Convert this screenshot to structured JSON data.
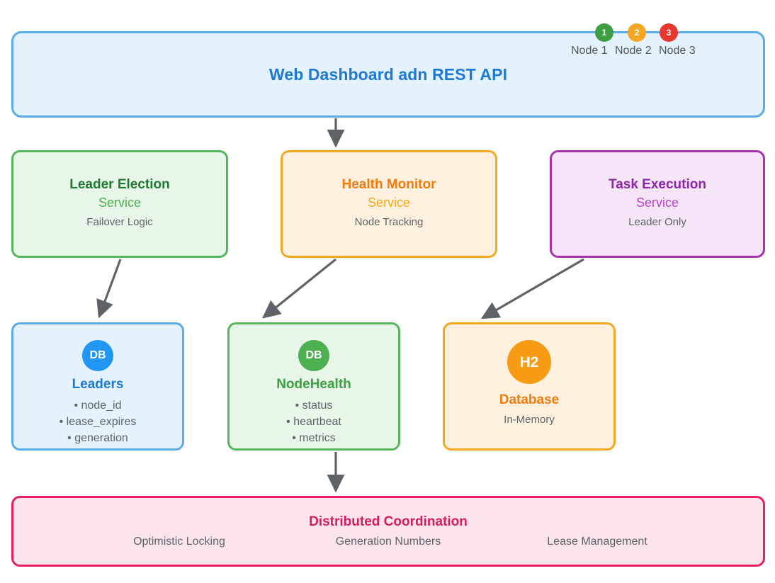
{
  "api_bar": {
    "title": "Web Dashboard adn REST API",
    "bg": "#e3f2fd",
    "border": "#5aabe8",
    "title_color": "#1d79d6"
  },
  "nodes": [
    {
      "badge": "1",
      "label": "Node 1",
      "color": "#3d9e42"
    },
    {
      "badge": "2",
      "label": "Node 2",
      "color": "#f5a623"
    },
    {
      "badge": "3",
      "label": "Node 3",
      "color": "#e8372f"
    }
  ],
  "services": [
    {
      "title": "Leader Election",
      "subtitle": "Service",
      "note": "Failover Logic",
      "border": "#57b65c",
      "bg": "#e8f5e9",
      "title_color": "#1f7a33",
      "subtitle_color": "#4caf50"
    },
    {
      "title": "Health Monitor",
      "subtitle": "Service",
      "note": "Node Tracking",
      "border": "#f5a623",
      "bg": "#fdf0de",
      "title_color": "#ef7c10",
      "subtitle_color": "#f9a61a"
    },
    {
      "title": "Task Execution",
      "subtitle": "Service",
      "note": "Leader Only",
      "border": "#a832a8",
      "bg": "#f6e5f6",
      "title_color": "#8e24aa",
      "subtitle_color": "#ba43c9"
    }
  ],
  "entities": [
    {
      "icon_label": "DB",
      "icon_color": "#2196f3",
      "title": "Leaders",
      "title_color": "#1d79d6",
      "border": "#5aabe8",
      "bg": "#e3f2fd",
      "fields": [
        "• node_id",
        "• lease_expires",
        "• generation"
      ]
    },
    {
      "icon_label": "DB",
      "icon_color": "#4caf50",
      "title": "NodeHealth",
      "title_color": "#3d9e42",
      "border": "#57b65c",
      "bg": "#e8f5e9",
      "fields": [
        "• status",
        "• heartbeat",
        "• metrics"
      ]
    },
    {
      "icon_label": "H2",
      "icon_color": "#f79a14",
      "title": "Database",
      "title_color": "#ef7c10",
      "border": "#f5a623",
      "bg": "#fdf0de",
      "note": "In-Memory"
    }
  ],
  "coordination": {
    "title": "Distributed Coordination",
    "title_color": "#d81b60",
    "border": "#e91e63",
    "bg": "#fce4ec",
    "items": [
      "Optimistic Locking",
      "Generation Numbers",
      "Lease Management"
    ]
  },
  "arrows": {
    "color": "#5f6368",
    "connections": [
      "api-bar -> health-monitor",
      "leader-election -> leaders",
      "health-monitor -> nodehealth",
      "task-execution -> database",
      "nodehealth -> distributed-coordination"
    ]
  }
}
